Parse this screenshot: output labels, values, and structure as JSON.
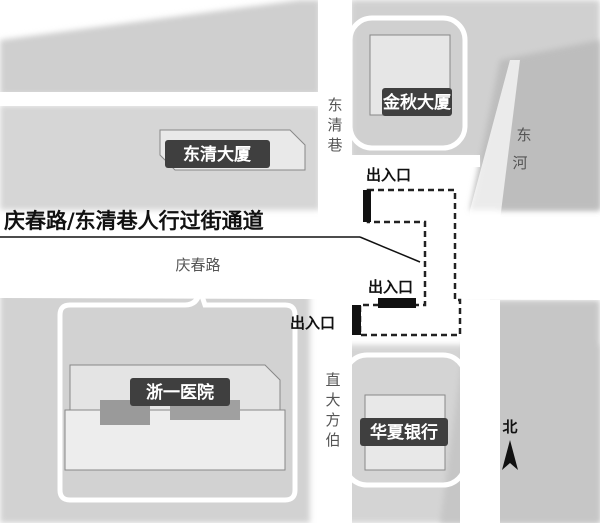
{
  "title": "庆春路/东清巷人行过街通道",
  "buildings": {
    "jinqiu": "金秋大厦",
    "dongqing": "东清大厦",
    "zheyi": "浙一医院",
    "huaxia": "华夏银行"
  },
  "streets": {
    "qingchun": "庆春路",
    "dongqing_top": "东",
    "dongqing_mid": "清",
    "dongqing_bottom": "巷",
    "donghe_1": "东",
    "donghe_2": "河",
    "zhida_1": "直",
    "zhida_2": "大",
    "zhida_3": "方",
    "zhida_4": "伯"
  },
  "entrances": {
    "north": "出入口",
    "south_upper": "出入口",
    "south_lower": "出入口"
  },
  "compass": {
    "label": "北",
    "icon": "north-arrow-icon"
  },
  "colors": {
    "background": "#8c8c8c",
    "road": "#ffffff",
    "building_dark": "#4a4a4a",
    "building_light": "#e8e8e8",
    "tunnel": "#222222"
  }
}
